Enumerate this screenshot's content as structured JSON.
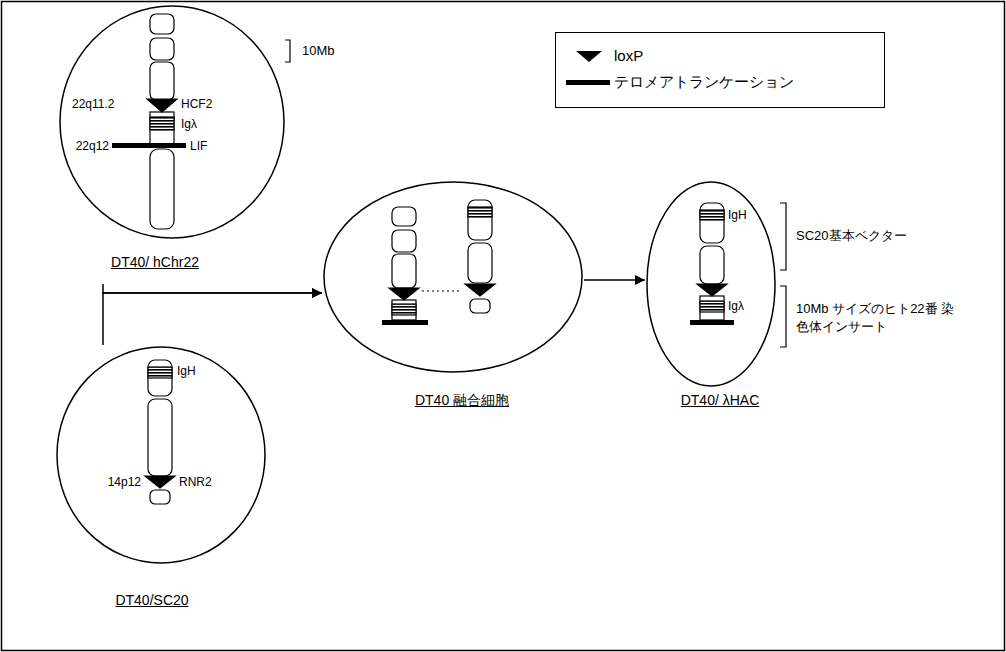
{
  "diagram": {
    "nodes": [
      {
        "text": [
          "22q11.2",
          "HCF2",
          "Igλ",
          "22q12",
          "LIF",
          "DT40/ hChr22"
        ]
      },
      {
        "text": [
          "IgH",
          "14p12",
          "RNR2",
          "DT40/SC20"
        ]
      },
      {
        "text": [
          "DT40 融合細胞"
        ]
      },
      {
        "text": [
          "IgH",
          "Igλ",
          "DT40/ λHAC"
        ]
      }
    ],
    "edges": [
      {
        "from": 0,
        "to": 2,
        "arrow": "to"
      },
      {
        "from": 1,
        "to": 2,
        "arrow": "to"
      },
      {
        "from": 2,
        "to": 3,
        "arrow": "to"
      }
    ],
    "labels": [
      "10Mb",
      "SC20基本ベクター",
      "10Mb サイズのヒト22番 染色体インサート"
    ],
    "legend": [
      {
        "text": "loxP"
      },
      {
        "text": "テロメアトランケーション"
      }
    ]
  }
}
